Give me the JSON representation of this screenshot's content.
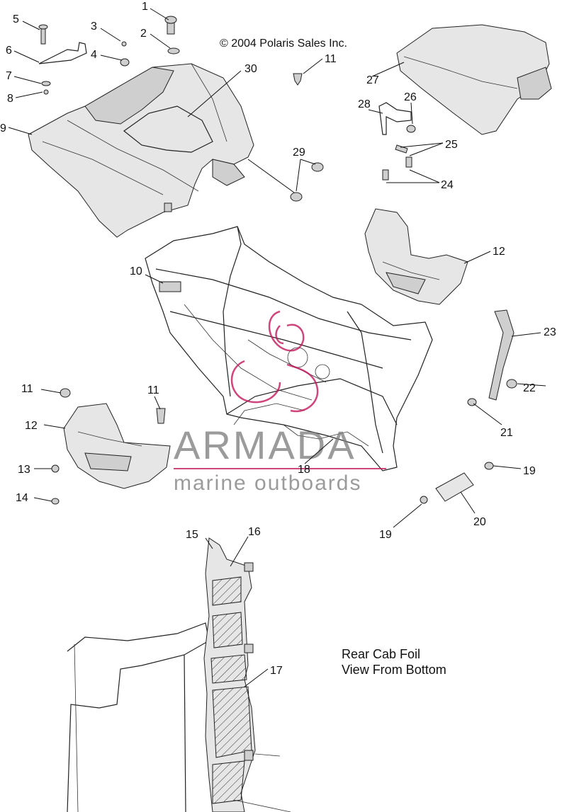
{
  "copyright": "© 2004 Polaris Sales Inc.",
  "caption": {
    "line1": "Rear Cab Foil",
    "line2": "View From Bottom"
  },
  "watermark": {
    "brand": "ARMADA",
    "tagline": "marine outboards",
    "color": "#c2185b"
  },
  "callouts": [
    {
      "id": "l1",
      "text": "1"
    },
    {
      "id": "l2",
      "text": "2"
    },
    {
      "id": "l3",
      "text": "3"
    },
    {
      "id": "l4",
      "text": "4"
    },
    {
      "id": "l5",
      "text": "5"
    },
    {
      "id": "l6",
      "text": "6"
    },
    {
      "id": "l7",
      "text": "7"
    },
    {
      "id": "l8",
      "text": "8"
    },
    {
      "id": "l9",
      "text": "9"
    },
    {
      "id": "l10",
      "text": "10"
    },
    {
      "id": "l11a",
      "text": "11"
    },
    {
      "id": "l11b",
      "text": "11"
    },
    {
      "id": "l11c",
      "text": "11"
    },
    {
      "id": "l12a",
      "text": "12"
    },
    {
      "id": "l12b",
      "text": "12"
    },
    {
      "id": "l13",
      "text": "13"
    },
    {
      "id": "l14",
      "text": "14"
    },
    {
      "id": "l15",
      "text": "15"
    },
    {
      "id": "l16",
      "text": "16"
    },
    {
      "id": "l17",
      "text": "17"
    },
    {
      "id": "l18",
      "text": "18"
    },
    {
      "id": "l19a",
      "text": "19"
    },
    {
      "id": "l19b",
      "text": "19"
    },
    {
      "id": "l20",
      "text": "20"
    },
    {
      "id": "l21",
      "text": "21"
    },
    {
      "id": "l22",
      "text": "22"
    },
    {
      "id": "l23",
      "text": "23"
    },
    {
      "id": "l24",
      "text": "24"
    },
    {
      "id": "l25",
      "text": "25"
    },
    {
      "id": "l26",
      "text": "26"
    },
    {
      "id": "l27",
      "text": "27"
    },
    {
      "id": "l28",
      "text": "28"
    },
    {
      "id": "l29",
      "text": "29"
    },
    {
      "id": "l30",
      "text": "30"
    }
  ]
}
